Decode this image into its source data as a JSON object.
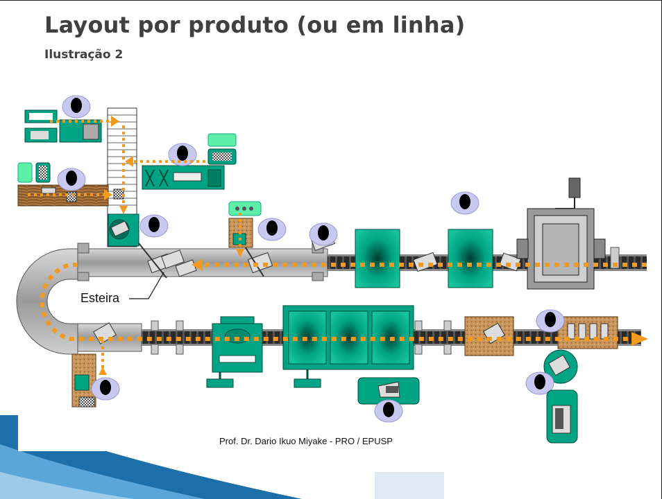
{
  "slide": {
    "title": "Layout por produto (ou em linha)",
    "subtitle": "Ilustração 2"
  },
  "diagram": {
    "conveyor_label": "Esteira",
    "credit": "Prof. Dr. Dario Ikuo Miyake - PRO / EPUSP"
  },
  "colors": {
    "machine_green": "#00A383",
    "flow_orange": "#F39A1E",
    "conveyor_gray": "#9B9B9B",
    "operator_body": "#C8C8F0",
    "title_text": "#404040",
    "accent_blue": "#1C6FA8"
  },
  "icons": [
    "operator-icon",
    "machine-icon",
    "flow-arrow-icon",
    "workbench-icon",
    "computer-terminal-icon",
    "robot-arm-icon"
  ]
}
